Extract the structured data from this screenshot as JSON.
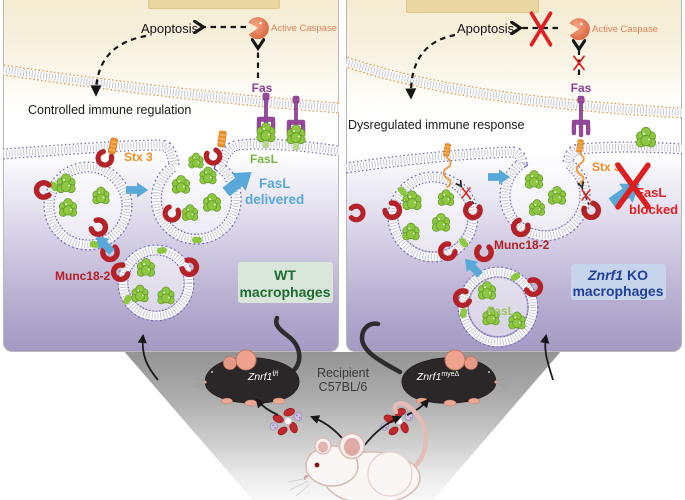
{
  "figure": {
    "left_panel": {
      "apoptosis_label": "Apoptosis",
      "active_caspase_label": "Active Caspase",
      "immune_caption": "Controlled immune regulation",
      "fas_label": "Fas",
      "fasl_label": "FasL",
      "stx3_label": "Stx 3",
      "delivery_line1": "FasL",
      "delivery_line2": "delivered",
      "munc_label": "Munc18-2",
      "badge_line1": "WT",
      "badge_line2": "macrophages",
      "badge_bg": "#d9e7da",
      "badge_text_color": "#1d6b33"
    },
    "right_panel": {
      "apoptosis_label": "Apoptosis",
      "active_caspase_label": "Active Caspase",
      "immune_caption": "Dysregulated immune response",
      "fas_label": "Fas",
      "stx3_label": "Stx 3",
      "blocked_line1": "FasL",
      "blocked_line2": "blocked",
      "munc_label": "Munc18-2",
      "vesicle_fasl_label": "FasL",
      "badge_gene": "Znrf1",
      "badge_rest": "KO",
      "badge_line2": "macrophages",
      "badge_bg": "#c6d5eb",
      "badge_text_color": "#20409a"
    },
    "bottom": {
      "left_mouse_gene": "Znrf1",
      "left_mouse_sup": "f/f",
      "right_mouse_gene": "Znrf1",
      "right_mouse_sup": "myeΔ",
      "recipient_line1": "Recipient",
      "recipient_line2": "C57BL/6"
    },
    "colors": {
      "fas_purple": "#8e3f96",
      "fasl_green": "#76b43f",
      "stx3_orange": "#f08c1e",
      "munc_red": "#b32025",
      "blocked_red": "#e01f1f",
      "arrow_blue": "#57a9dc",
      "caspase_orange": "#e2825c"
    }
  }
}
